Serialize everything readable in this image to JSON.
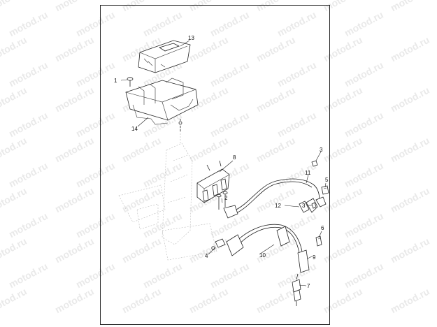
{
  "watermark": {
    "text": "motod.ru"
  },
  "callouts": [
    {
      "id": "c1",
      "label": "1"
    },
    {
      "id": "c2",
      "label": "2"
    },
    {
      "id": "c3a",
      "label": "3"
    },
    {
      "id": "c3b",
      "label": "3"
    },
    {
      "id": "c4",
      "label": "4"
    },
    {
      "id": "c5",
      "label": "5"
    },
    {
      "id": "c6",
      "label": "6"
    },
    {
      "id": "c7",
      "label": "7"
    },
    {
      "id": "c8",
      "label": "8"
    },
    {
      "id": "c9",
      "label": "9"
    },
    {
      "id": "c10",
      "label": "10"
    },
    {
      "id": "c11",
      "label": "11"
    },
    {
      "id": "c12",
      "label": "12"
    },
    {
      "id": "c13",
      "label": "13"
    },
    {
      "id": "c14",
      "label": "14"
    }
  ],
  "colors": {
    "line": "#222222",
    "background": "#ffffff",
    "watermark": "#787878"
  }
}
